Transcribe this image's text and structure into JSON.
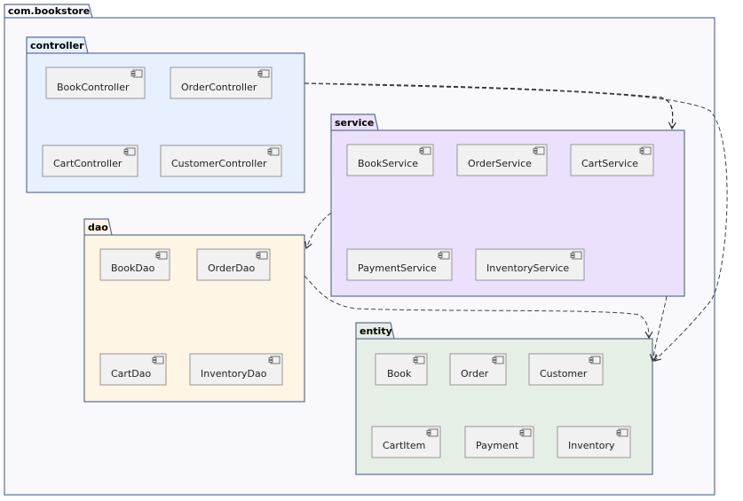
{
  "diagram": {
    "root_package": "com.bookstore",
    "packages": {
      "controller": {
        "title": "controller",
        "color": "#e6f0ff",
        "components": [
          "BookController",
          "OrderController",
          "CartController",
          "CustomerController"
        ]
      },
      "service": {
        "title": "service",
        "color": "#ece0ff",
        "components": [
          "BookService",
          "OrderService",
          "CartService",
          "PaymentService",
          "InventoryService"
        ]
      },
      "dao": {
        "title": "dao",
        "color": "#fff5e4",
        "components": [
          "BookDao",
          "OrderDao",
          "CartDao",
          "InventoryDao"
        ]
      },
      "entity": {
        "title": "entity",
        "color": "#e6efe6",
        "components": [
          "Book",
          "Order",
          "Customer",
          "CartItem",
          "Payment",
          "Inventory"
        ]
      }
    },
    "dependencies": [
      {
        "from": "controller",
        "to": "service"
      },
      {
        "from": "controller",
        "to": "entity"
      },
      {
        "from": "service",
        "to": "dao"
      },
      {
        "from": "service",
        "to": "entity"
      },
      {
        "from": "dao",
        "to": "entity"
      }
    ],
    "colors": {
      "root_fill": "#f8f8fd",
      "border": "#5a6f95",
      "component_fill": "#f1f1f1"
    }
  }
}
